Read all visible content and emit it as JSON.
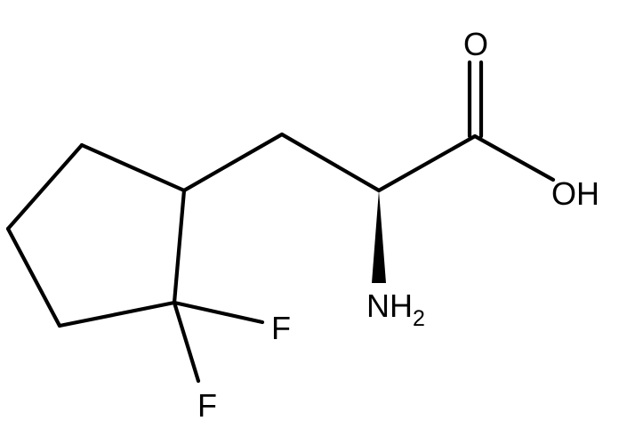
{
  "molecule": {
    "atoms": {
      "oxygen_carbonyl": "O",
      "hydroxyl": "OH",
      "amine_main": "NH",
      "amine_sub": "2",
      "fluorine_1": "F",
      "fluorine_2": "F"
    },
    "bond_color": "#000000",
    "background": "#ffffff"
  }
}
